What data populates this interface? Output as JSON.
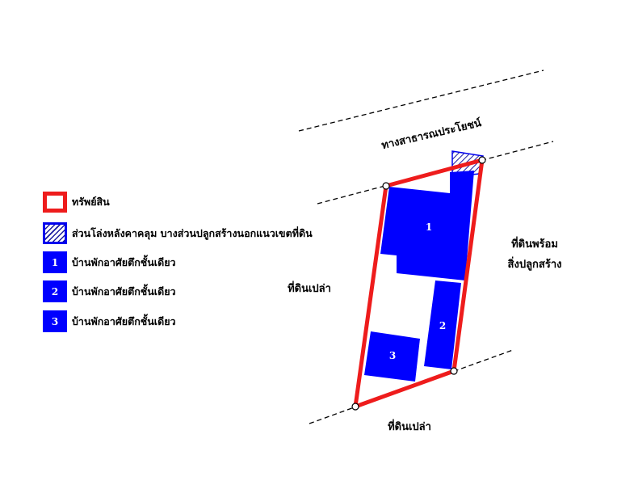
{
  "legend": {
    "property": "ทรัพย์สิน",
    "open_area": "ส่วนโล่งหลังคาคลุม บางส่วนปลูกสร้างนอกแนวเขตที่ดิน",
    "building_1_num": "1",
    "building_1": "บ้านพักอาศัยตึกชั้นเดียว",
    "building_2_num": "2",
    "building_2": "บ้านพักอาศัยตึกชั้นเดียว",
    "building_3_num": "3",
    "building_3": "บ้านพักอาศัยตึกชั้นเดียว"
  },
  "map": {
    "road": "ทางสาธารณประโยชน์",
    "east_line1": "ที่ดินพร้อม",
    "east_line2": "สิ่งปลูกสร้าง",
    "west": "ที่ดินเปล่า",
    "south": "ที่ดินเปล่า",
    "b1": "1",
    "b2": "2",
    "b3": "3"
  },
  "colors": {
    "boundary": "#ee1c1c",
    "building": "#0000ff",
    "hatch": "#1a1aa0"
  }
}
